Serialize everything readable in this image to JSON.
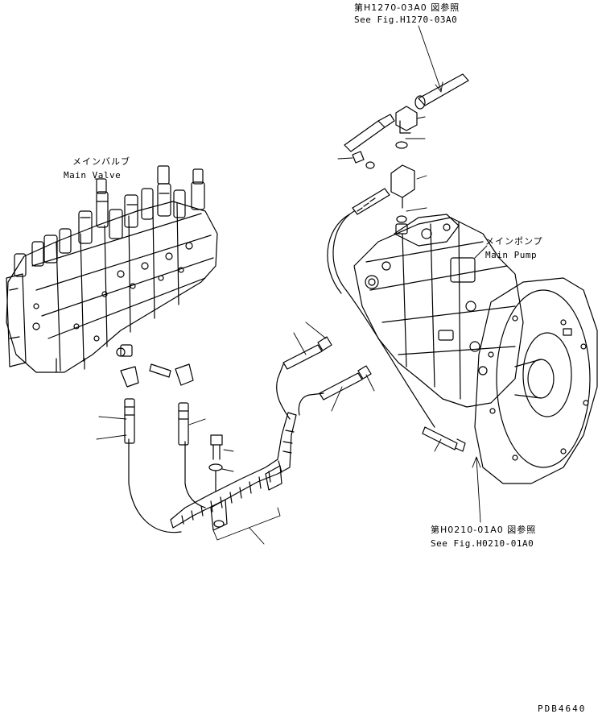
{
  "references": {
    "top": {
      "jp": "第H1270-03A0 図参照",
      "en": "See Fig.H1270-03A0"
    },
    "bottom": {
      "jp": "第H0210-01A0 図参照",
      "en": "See Fig.H0210-01A0"
    }
  },
  "components": {
    "main_valve": {
      "jp": "メインバルブ",
      "en": "Main Valve"
    },
    "main_pump": {
      "jp": "メインポンプ",
      "en": "Main Pump"
    }
  },
  "drawing_code": "PDB4640"
}
